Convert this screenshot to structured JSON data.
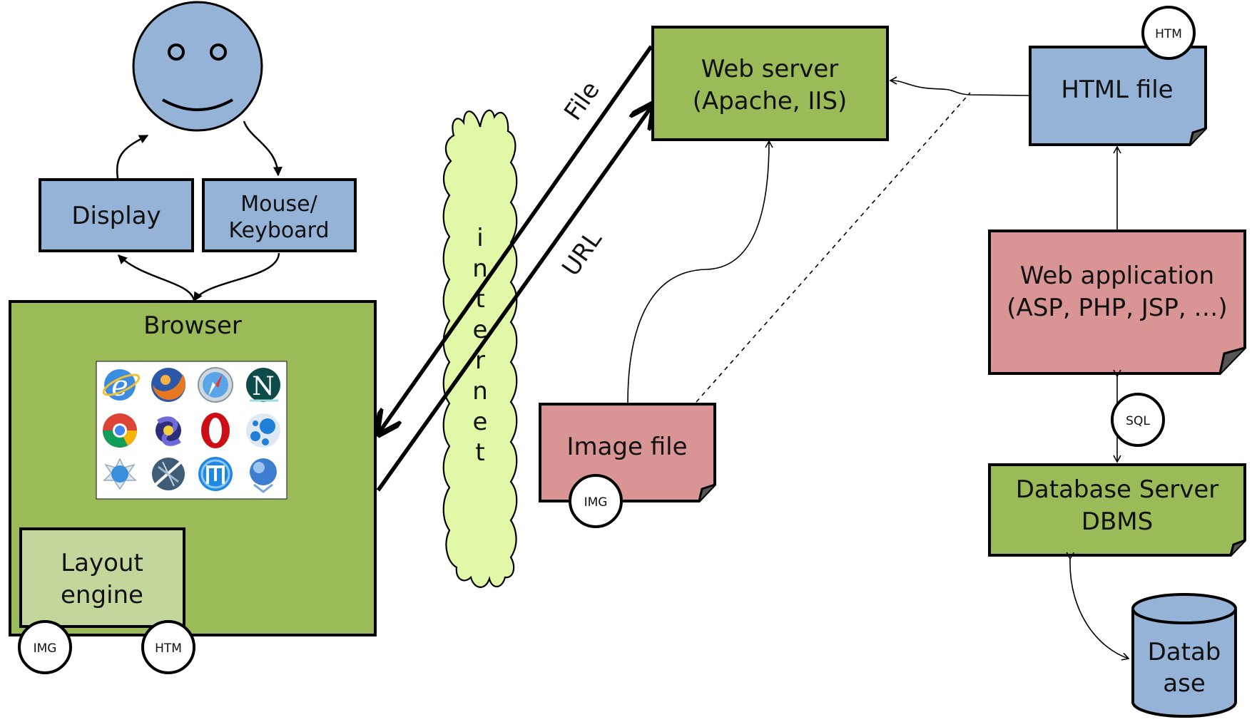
{
  "diagram": {
    "browser": {
      "title": "Browser",
      "layout_engine": {
        "line1": "Layout",
        "line2": "engine"
      },
      "badge_img": "IMG",
      "badge_htm": "HTM",
      "browser_icons": [
        "internet-explorer-icon",
        "firefox-icon",
        "safari-icon",
        "netscape-icon",
        "chrome-icon",
        "seamonkey-icon",
        "opera-icon",
        "flock-icon",
        "konqueror-icon",
        "camino-icon",
        "maxthon-icon",
        "epiphany-icon"
      ]
    },
    "display": {
      "label": "Display"
    },
    "input": {
      "line1": "Mouse/",
      "line2": "Keyboard"
    },
    "internet": {
      "letters": [
        "i",
        "n",
        "t",
        "e",
        "r",
        "n",
        "e",
        "t"
      ]
    },
    "arrows": {
      "file_label": "File",
      "url_label": "URL"
    },
    "web_server": {
      "line1": "Web server",
      "line2": "(Apache, IIS)"
    },
    "image_file": {
      "label": "Image file",
      "badge": "IMG"
    },
    "html_file": {
      "label": "HTML file",
      "badge": "HTM"
    },
    "web_app": {
      "line1": "Web application",
      "line2": "(ASP, PHP, JSP, …)"
    },
    "sql_badge": "SQL",
    "db_server": {
      "line1": "Database Server",
      "line2": "DBMS"
    },
    "database": {
      "line1": "Datab",
      "line2": "ase"
    },
    "colors": {
      "blue": "#95b3d7",
      "green": "#9bbb59",
      "light_green": "#c3d69b",
      "red": "#d99594",
      "cloud": "#e0f8a8"
    }
  }
}
